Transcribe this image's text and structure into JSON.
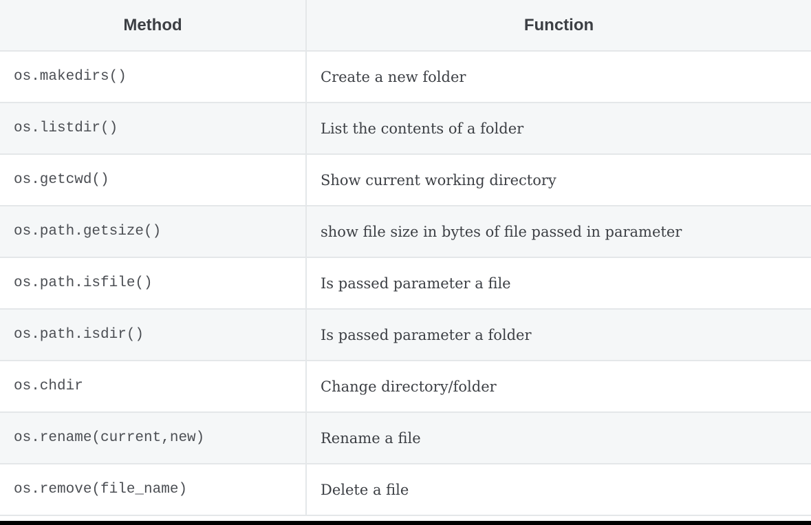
{
  "table": {
    "headers": [
      "Method",
      "Function"
    ],
    "rows": [
      {
        "method": "os.makedirs()",
        "function": "Create a new folder"
      },
      {
        "method": "os.listdir()",
        "function": "List the contents of a folder"
      },
      {
        "method": "os.getcwd()",
        "function": "Show current working directory"
      },
      {
        "method": "os.path.getsize()",
        "function": "show file size in bytes of file passed in parameter"
      },
      {
        "method": "os.path.isfile()",
        "function": "Is passed parameter a file"
      },
      {
        "method": "os.path.isdir()",
        "function": "Is passed parameter a folder"
      },
      {
        "method": "os.chdir",
        "function": "Change directory/folder"
      },
      {
        "method": "os.rename(current,new)",
        "function": "Rename a file"
      },
      {
        "method": "os.remove(file_name)",
        "function": "Delete a file"
      }
    ]
  },
  "colors": {
    "header_bg": "#f5f7f8",
    "row_alt_bg": "#f5f7f8",
    "border": "#e4e7e9",
    "text": "#3c3f44"
  }
}
